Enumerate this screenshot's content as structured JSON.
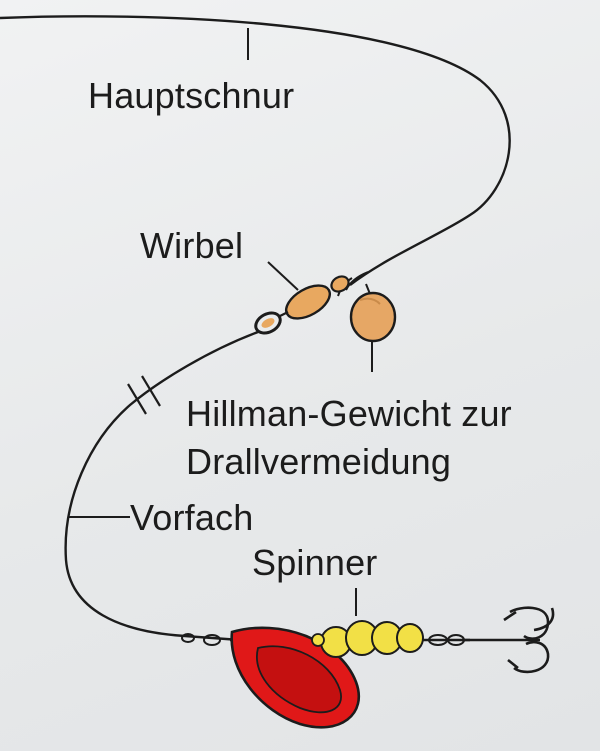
{
  "labels": {
    "main_line": "Hauptschnur",
    "swivel": "Wirbel",
    "weight_line1": "Hillman-Gewicht zur",
    "weight_line2": "Drallvermeidung",
    "leader": "Vorfach",
    "spinner": "Spinner"
  },
  "colors": {
    "background": "#eceef0",
    "line": "#1c1c1c",
    "swivel_body": "#e8a860",
    "weight": "#e6a765",
    "spinner_blade": "#e01818",
    "spinner_blade_inner": "#c41010",
    "beads": "#f2e046",
    "hook": "#1c1c1c"
  },
  "icons": [
    "swivel-icon",
    "hillman-weight-icon",
    "spinner-blade-icon",
    "bead-icon",
    "treble-hook-icon"
  ]
}
